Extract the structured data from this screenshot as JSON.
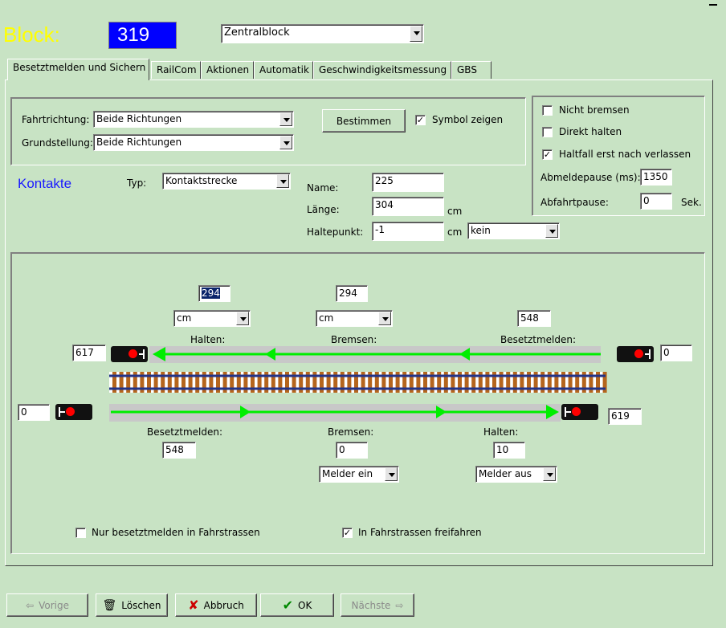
{
  "colors": {
    "background": "#c8e3c4",
    "title_yellow": "#ffff00",
    "block_number_bg": "#0000ff",
    "accent_blue": "#1a1aff",
    "arrow_green": "#00ee00",
    "track_grey": "#c8c8c8",
    "signal_red": "#ff0000"
  },
  "header": {
    "title": "Block:",
    "block_number": "319",
    "block_name": "Zentralblock"
  },
  "tabs": [
    "Besetztmelden und Sichern",
    "RailCom",
    "Aktionen",
    "Automatik",
    "Geschwindigkeitsmessung",
    "GBS"
  ],
  "direction": {
    "fahrtrichtung_label": "Fahrtrichtung:",
    "fahrtrichtung_value": "Beide Richtungen",
    "grundstellung_label": "Grundstellung:",
    "grundstellung_value": "Beide Richtungen",
    "bestimmen_label": "Bestimmen",
    "symbol_zeigen_label": "Symbol zeigen",
    "symbol_zeigen_checked": true
  },
  "options": {
    "nicht_bremsen_label": "Nicht bremsen",
    "nicht_bremsen_checked": false,
    "direkt_halten_label": "Direkt halten",
    "direkt_halten_checked": false,
    "haltfall_label": "Haltfall erst nach verlassen",
    "haltfall_checked": true,
    "abmeldepause_label": "Abmeldepause (ms):",
    "abmeldepause_value": "1350",
    "abfahrtpause_label": "Abfahrtpause:",
    "abfahrtpause_value": "0",
    "abfahrtpause_unit": "Sek."
  },
  "kontakte": {
    "title": "Kontakte",
    "typ_label": "Typ:",
    "typ_value": "Kontaktstrecke",
    "name_label": "Name:",
    "name_value": "225",
    "laenge_label": "Länge:",
    "laenge_value": "304",
    "laenge_unit": "cm",
    "haltepunkt_label": "Haltepunkt:",
    "haltepunkt_value": "-1",
    "haltepunkt_unit": "cm",
    "haltepunkt_select": "kein"
  },
  "track": {
    "top_halten_value": "294",
    "top_halten_unit": "cm",
    "top_bremsen_value": "294",
    "top_bremsen_unit": "cm",
    "top_besetzt_value": "548",
    "top_halten_label": "Halten:",
    "top_bremsen_label": "Bremsen:",
    "top_besetzt_label": "Besetztmelden:",
    "left_top_value": "617",
    "right_top_value": "0",
    "left_bottom_value": "0",
    "right_bottom_value": "619",
    "bottom_besetzt_label": "Besetztmelden:",
    "bottom_besetzt_value": "548",
    "bottom_bremsen_label": "Bremsen:",
    "bottom_bremsen_value": "0",
    "bottom_bremsen_select": "Melder ein",
    "bottom_halten_label": "Halten:",
    "bottom_halten_value": "10",
    "bottom_halten_select": "Melder aus"
  },
  "footer_checks": {
    "nur_besetzt_label": "Nur besetztmelden in Fahrstrassen",
    "nur_besetzt_checked": false,
    "freifahren_label": "In Fahrstrassen freifahren",
    "freifahren_checked": true
  },
  "buttons": {
    "vorige": "Vorige",
    "loeschen": "Löschen",
    "abbruch": "Abbruch",
    "ok": "OK",
    "naechste": "Nächste"
  },
  "icons": {
    "vorige": "arrow-left-icon",
    "loeschen": "trash-icon",
    "abbruch": "x-icon",
    "ok": "checkmark-icon",
    "naechste": "arrow-right-icon",
    "window": "minimize-icon"
  }
}
